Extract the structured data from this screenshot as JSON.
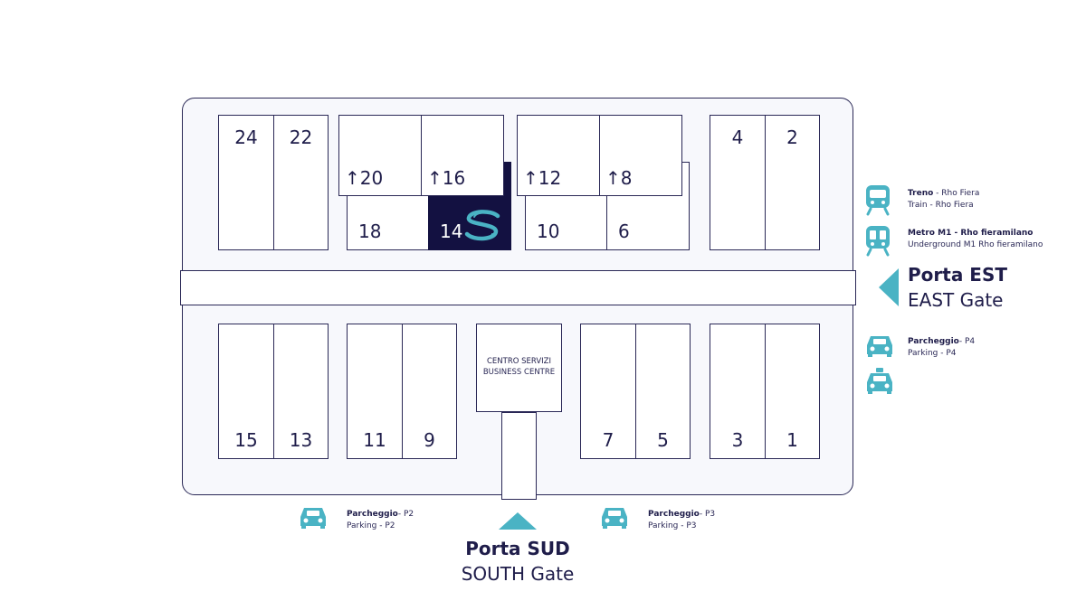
{
  "halls": {
    "h24": "24",
    "h22": "22",
    "h20": "↑20",
    "h16": "↑16",
    "h18": "18",
    "h14": "14",
    "h12": "↑12",
    "h8": "↑8",
    "h10": "10",
    "h6": "6",
    "h4": "4",
    "h2": "2",
    "h15": "15",
    "h13": "13",
    "h11": "11",
    "h9": "9",
    "h7": "7",
    "h5": "5",
    "h3": "3",
    "h1": "1"
  },
  "highlighted_hall": "14",
  "business_centre": {
    "line1": "CENTRO SERVIZI",
    "line2": "BUSINESS CENTRE"
  },
  "transport": {
    "train": {
      "label_bold": "Treno",
      "label_rest": " - Rho Fiera",
      "label_en": "Train - Rho Fiera",
      "icon": "train-icon"
    },
    "metro": {
      "label_bold": "Metro M1 - Rho fieramilano",
      "label_en": "Underground M1 Rho fieramilano",
      "icon": "metro-icon"
    },
    "parking_p4": {
      "label_bold": "Parcheggio",
      "label_rest": "- P4",
      "label_en": "Parking - P4",
      "icon": "car-icon"
    },
    "taxi": {
      "icon": "taxi-icon"
    },
    "parking_p2": {
      "label_bold": "Parcheggio",
      "label_rest": "- P2",
      "label_en": "Parking - P2",
      "icon": "car-icon"
    },
    "parking_p3": {
      "label_bold": "Parcheggio",
      "label_rest": "- P3",
      "label_en": "Parking - P3",
      "icon": "car-icon"
    }
  },
  "gates": {
    "east": {
      "title": "Porta EST",
      "subtitle": "EAST Gate"
    },
    "south": {
      "title": "Porta SUD",
      "subtitle": "SOUTH Gate"
    }
  },
  "colors": {
    "accent": "#4ab3c4",
    "navy": "#1f1d4a",
    "highlight": "#131141",
    "venue_fill": "#f7f8fc"
  }
}
